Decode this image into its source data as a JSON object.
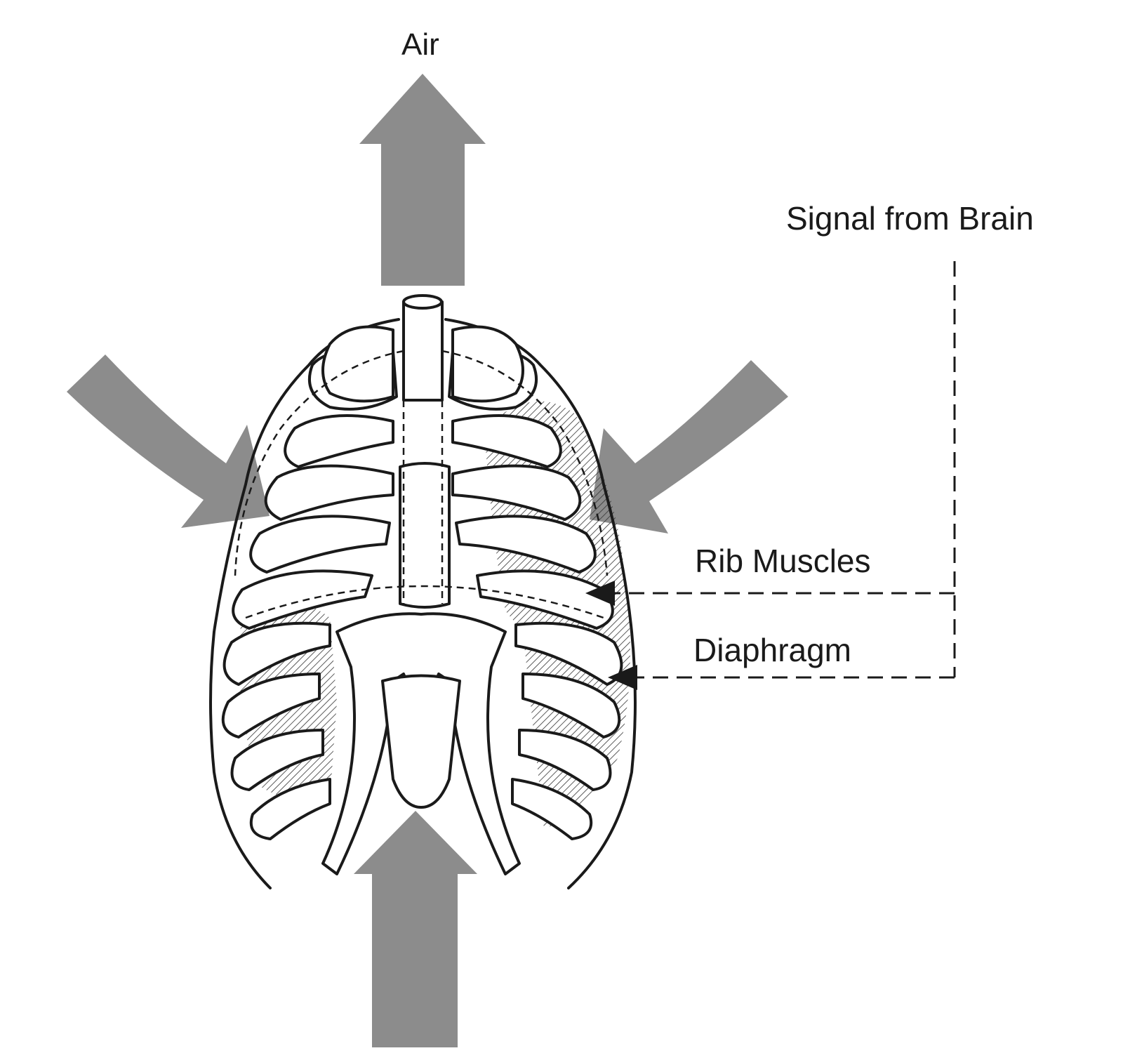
{
  "colors": {
    "arrow": "#8c8c8c",
    "line": "#1a1a1a",
    "background": "#ffffff"
  },
  "labels": {
    "air": "Air",
    "signal": "Signal from Brain",
    "rib_muscles": "Rib Muscles",
    "diaphragm": "Diaphragm"
  },
  "icons": {
    "air_out": "arrow-up-icon",
    "ribs_in_left": "curved-arrow-in-icon",
    "ribs_in_right": "curved-arrow-in-icon",
    "diaphragm_up": "arrow-up-icon"
  }
}
